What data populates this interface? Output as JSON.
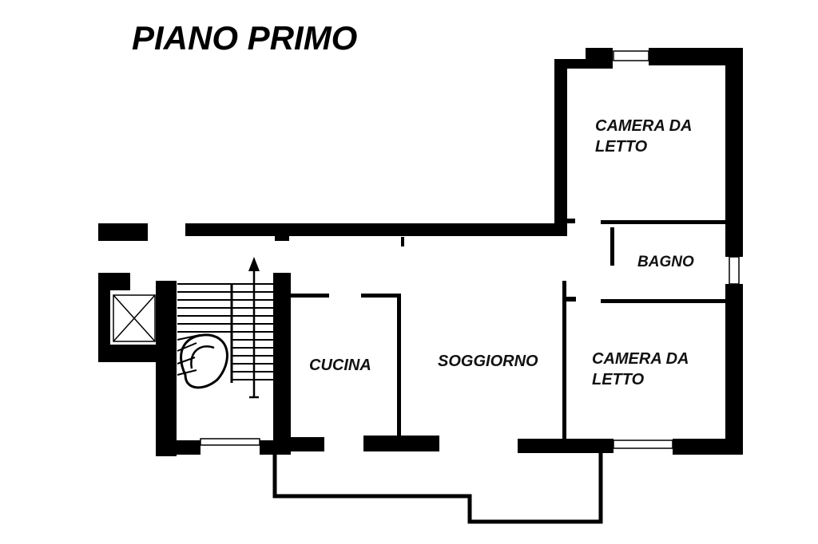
{
  "title": "PIANO PRIMO",
  "colors": {
    "wall": "#000000",
    "background": "#ffffff"
  },
  "rooms": [
    {
      "id": "camera-top",
      "lines": [
        "CAMERA DA",
        "LETTO"
      ]
    },
    {
      "id": "bagno",
      "lines": [
        "BAGNO"
      ]
    },
    {
      "id": "camera-bottom",
      "lines": [
        "CAMERA DA",
        "LETTO"
      ]
    },
    {
      "id": "cucina",
      "lines": [
        "CUCINA"
      ]
    },
    {
      "id": "soggiorno",
      "lines": [
        "SOGGIORNO"
      ]
    }
  ]
}
